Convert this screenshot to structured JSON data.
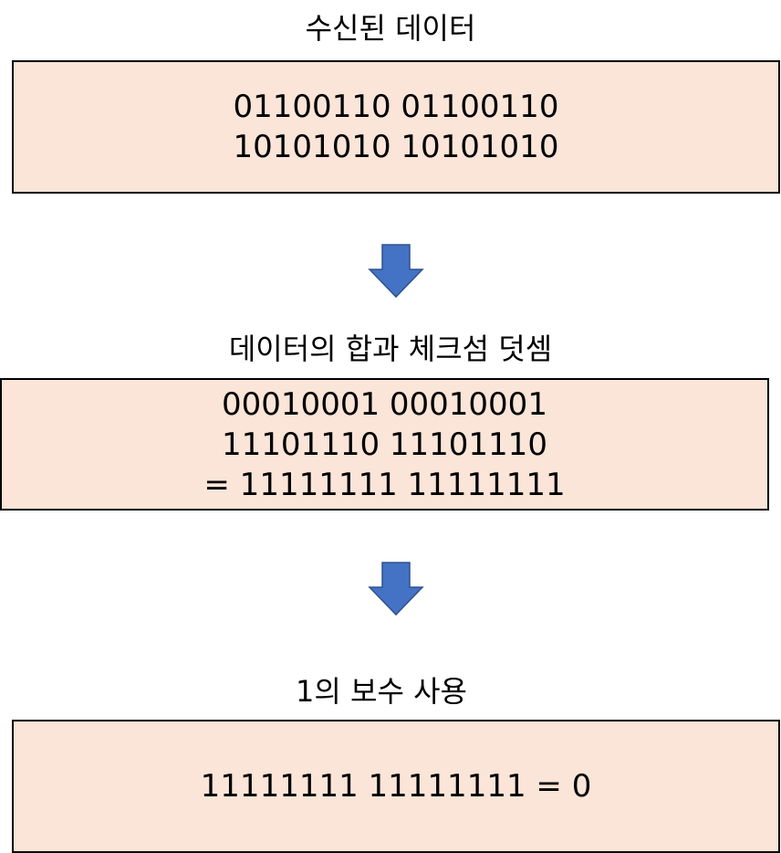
{
  "steps": [
    {
      "title": "수신된 데이터",
      "lines": [
        "01100110 01100110",
        "10101010 10101010"
      ]
    },
    {
      "title": "데이터의 합과 체크섬 덧셈",
      "lines": [
        "00010001 00010001",
        "11101110 11101110",
        "= 11111111 11111111"
      ]
    },
    {
      "title": "1의 보수 사용",
      "lines": [
        "11111111 11111111 = 0"
      ]
    }
  ],
  "colors": {
    "box_fill": "#fae5d8",
    "box_border": "#000000",
    "arrow_fill": "#4472c4",
    "arrow_stroke": "#2f528f"
  },
  "icons": {
    "arrow": "down-arrow-icon"
  }
}
